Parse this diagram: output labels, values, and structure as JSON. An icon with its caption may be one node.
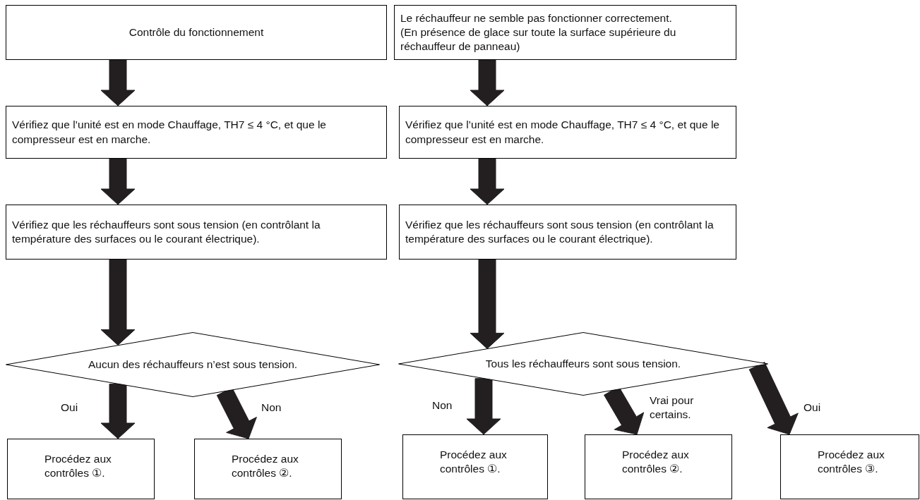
{
  "diagram": {
    "nodes": [
      {
        "text": [
          "Contrôle du fonctionnement"
        ]
      },
      {
        "text": [
          "Le réchauffeur ne semble pas fonctionner correctement.",
          "(En présence de glace sur toute la surface supérieure du réchauffeur de panneau)"
        ]
      },
      {
        "text": [
          "Vérifiez que l’unité est en mode Chauffage, TH7 ≤ 4 °C, et que le compresseur est en marche."
        ]
      },
      {
        "text": [
          "Vérifiez que l’unité est en mode Chauffage, TH7 ≤ 4 °C, et que le compresseur est en marche."
        ]
      },
      {
        "text": [
          "Vérifiez que les réchauffeurs sont sous tension (en contrôlant la température des surfaces ou le courant électrique)."
        ]
      },
      {
        "text": [
          "Vérifiez que les réchauffeurs sont sous tension (en contrôlant la température des surfaces ou le courant électrique)."
        ]
      },
      {
        "text": [
          "Aucun des réchauffeurs n’est sous tension."
        ]
      },
      {
        "text": [
          "Tous les réchauffeurs sont sous tension."
        ]
      },
      {
        "text": [
          "Procédez aux contrôles ①."
        ]
      },
      {
        "text": [
          "Procédez aux contrôles ②."
        ]
      },
      {
        "text": [
          "Procédez aux contrôles ①."
        ]
      },
      {
        "text": [
          "Procédez aux contrôles ②."
        ]
      },
      {
        "text": [
          "Procédez aux contrôles ③."
        ]
      }
    ],
    "edges": [
      {
        "from": 0,
        "to": 2,
        "arrow": "to"
      },
      {
        "from": 1,
        "to": 3,
        "arrow": "to"
      },
      {
        "from": 2,
        "to": 4,
        "arrow": "to"
      },
      {
        "from": 3,
        "to": 5,
        "arrow": "to"
      },
      {
        "from": 4,
        "to": 6,
        "arrow": "to"
      },
      {
        "from": 5,
        "to": 7,
        "arrow": "to"
      },
      {
        "from": 6,
        "to": 8,
        "arrow": "to",
        "label": "Oui"
      },
      {
        "from": 6,
        "to": 9,
        "arrow": "to",
        "label": "Non"
      },
      {
        "from": 7,
        "to": 10,
        "arrow": "to",
        "label": "Non"
      },
      {
        "from": 7,
        "to": 11,
        "arrow": "to",
        "label": "Vrai pour certains."
      },
      {
        "from": 7,
        "to": 12,
        "arrow": "to",
        "label": "Oui"
      }
    ]
  }
}
